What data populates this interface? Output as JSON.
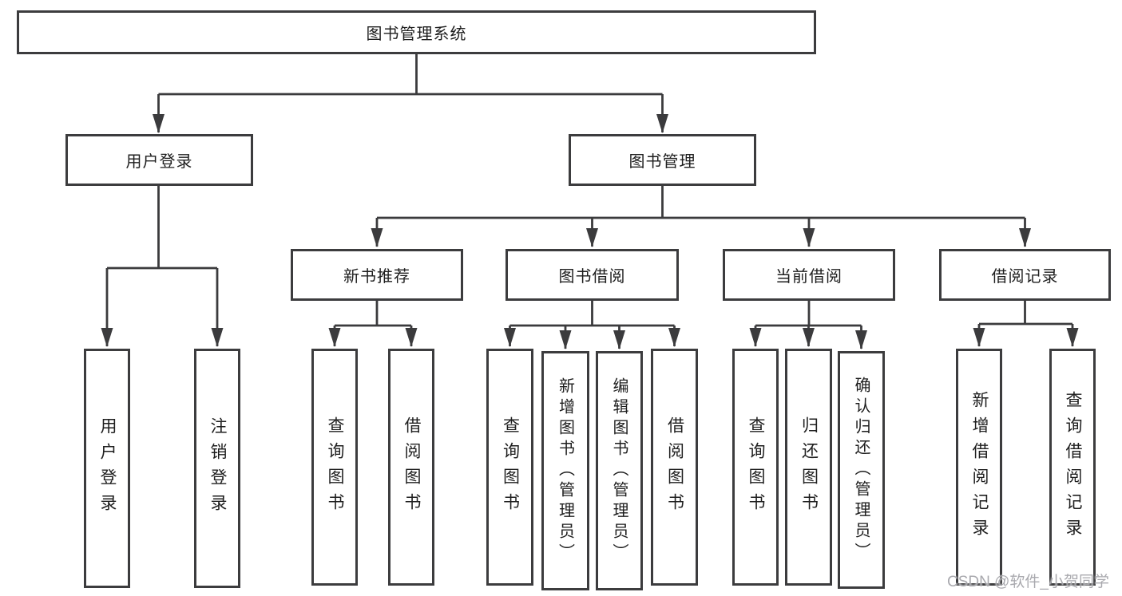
{
  "colors": {
    "background": "#ffffff",
    "line": "#3b3b3d",
    "box_border": "#3c3c3e",
    "text": "#1e1e1e",
    "watermark": "#a4a4aa"
  },
  "tree": {
    "root": {
      "label": "图书管理系统",
      "children": [
        {
          "label": "用户登录",
          "children": [
            {
              "label": "用户登录"
            },
            {
              "label": "注销登录"
            }
          ]
        },
        {
          "label": "图书管理",
          "children": [
            {
              "label": "新书推荐",
              "children": [
                {
                  "label": "查询图书"
                },
                {
                  "label": "借阅图书"
                }
              ]
            },
            {
              "label": "图书借阅",
              "children": [
                {
                  "label": "查询图书"
                },
                {
                  "label": "新增图书（管理员）"
                },
                {
                  "label": "编辑图书（管理员）"
                },
                {
                  "label": "借阅图书"
                }
              ]
            },
            {
              "label": "当前借阅",
              "children": [
                {
                  "label": "查询图书"
                },
                {
                  "label": "归还图书"
                },
                {
                  "label": "确认归还（管理员）"
                }
              ]
            },
            {
              "label": "借阅记录",
              "children": [
                {
                  "label": "新增借阅记录"
                },
                {
                  "label": "查询借阅记录"
                }
              ]
            }
          ]
        }
      ]
    }
  },
  "watermark": {
    "text": "CSDN @软件_小贺同学"
  }
}
